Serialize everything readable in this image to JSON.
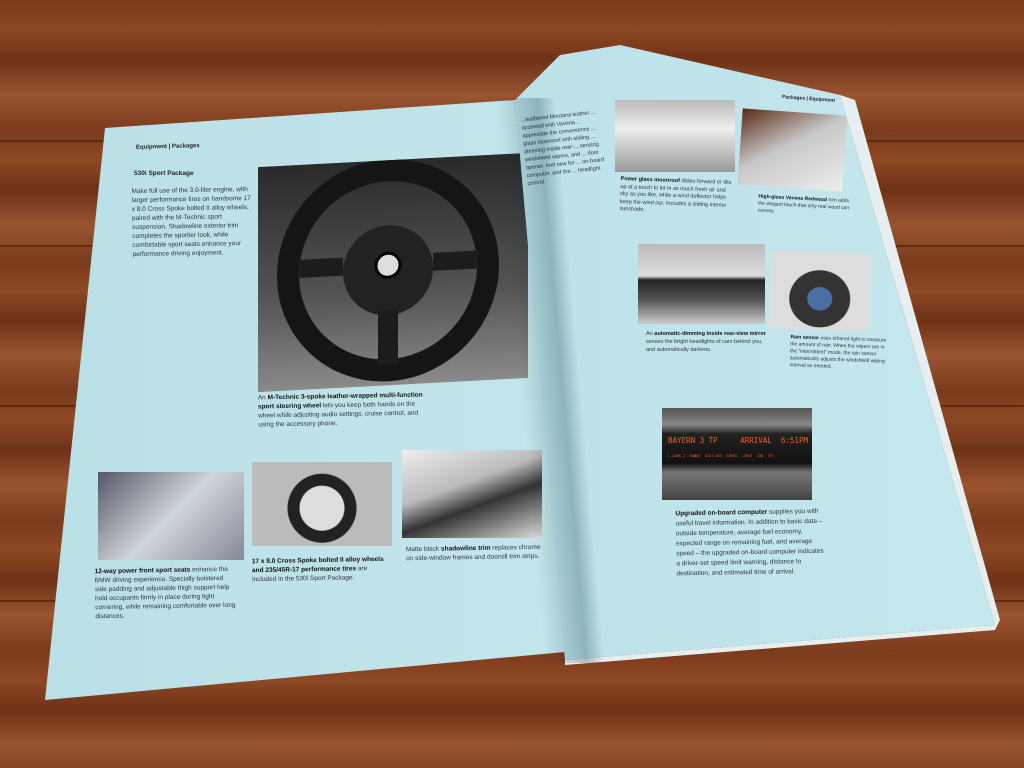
{
  "left_page": {
    "header": "Equipment | Packages",
    "section_title": "530i Sport Package",
    "intro": "Make full use of the 3.0-liter engine, with larger performance tires on handsome 17 x 8.0 Cross Spoke bolted II alloy wheels, paired with the M-Technic sport suspension. Shadowline exterior trim completes the sportier look, while comfortable sport seats enhance your performance driving enjoyment.",
    "steering_caption_bold": "M-Technic 3-spoke leather-wrapped multi-function sport steering wheel",
    "steering_caption_pre": "An",
    "steering_caption_rest": "lets you keep both hands on the wheel while adjusting audio settings, cruise control, and using the accessory phone.",
    "seats_caption_bold": "12-way power front sport seats",
    "seats_caption_rest": "enhance the BMW driving experience. Specially bolstered side padding and adjustable thigh support help hold occupants firmly in place during tight cornering, while remaining comfortable over long distances.",
    "wheels_caption_bold": "17 x 8.0 Cross Spoke bolted II alloy wheels and 235/45R-17 performance tires",
    "wheels_caption_rest": "are included in the 530i Sport Package.",
    "trim_caption_pre": "Matte black",
    "trim_caption_bold": "shadowline trim",
    "trim_caption_rest": "replaces chrome on side-window frames and doorsill trim strips."
  },
  "right_page": {
    "header": "Packages | Equipment",
    "partial_column": "...leathered Montana leather ... accented with Vavona ... appreciate the convenience ... glass moonroof with sliding ... dimming inside rear-... sensing windshield wipers, and ... door opener. And new for ... on-board computer, and the ... headlight control.",
    "moonroof_caption_bold": "Power glass moonroof",
    "moonroof_caption_rest": "slides forward or tilts up at a touch to let in as much fresh air and sky as you like, while a wind deflector helps keep the wind out. Includes a sliding interior sunshade.",
    "wood_caption_bold": "High-gloss Vavona Redwood",
    "wood_caption_rest": "trim adds the elegant touch that only real wood can convey.",
    "mirror_caption_pre": "An",
    "mirror_caption_bold": "automatic-dimming inside rear-view mirror",
    "mirror_caption_rest": "senses the bright headlights of cars behind you, and automatically darkens.",
    "rain_caption_bold": "Rain sensor",
    "rain_caption_rest": "uses infrared light to measure the amount of rain. When the wipers are in the \"intermittent\" mode, the rain sensor automatically adjusts the windshield wiping interval as needed.",
    "computer_display_line1": "BAYERN 3 TP     ARRIVAL  6:51PM",
    "computer_display_line2": "L.CONS 2  RANGE  DIST.DES  SPEED  LIMIT  CON  SET",
    "computer_caption_bold": "Upgraded on-board computer",
    "computer_caption_rest": "supplies you with useful travel information. In addition to basic data – outside temperature, average fuel economy, expected range on remaining fuel, and average speed – the upgraded on-board computer indicates a driver-set speed limit warning, distance to destination, and estimated time of arrival."
  },
  "colors": {
    "page": "#c4e6ec",
    "wood": "#8e4824",
    "display_text": "#ff5a1e"
  }
}
